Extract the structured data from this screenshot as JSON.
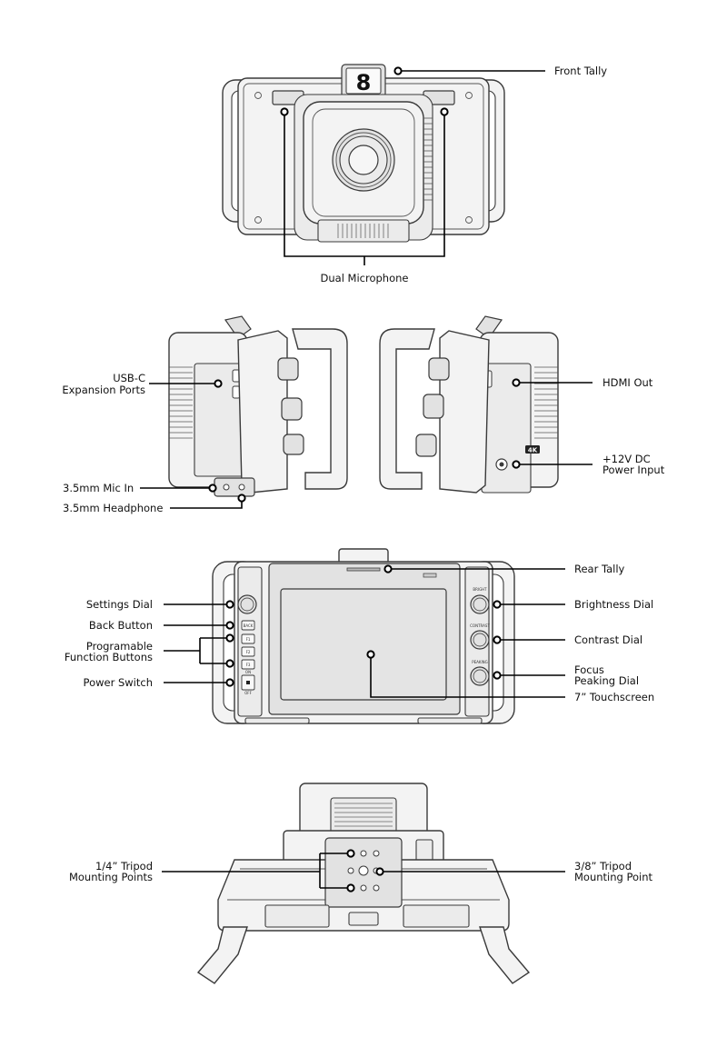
{
  "tally_number": "8",
  "badge_4k": "4K",
  "labels": {
    "front_tally": "Front Tally",
    "dual_microphone": "Dual Microphone",
    "usbc_1": "USB-C",
    "usbc_2": "Expansion Ports",
    "hdmi_out": "HDMI Out",
    "power_in_1": "+12V DC",
    "power_in_2": "Power Input",
    "mic_in": "3.5mm Mic In",
    "headphone": "3.5mm Headphone",
    "rear_tally": "Rear Tally",
    "settings_dial": "Settings Dial",
    "back_button": "Back Button",
    "func_1": "Programable",
    "func_2": "Function Buttons",
    "power_switch": "Power Switch",
    "brightness_dial": "Brightness Dial",
    "contrast_dial": "Contrast Dial",
    "focus_1": "Focus",
    "focus_2": "Peaking Dial",
    "touchscreen": "7” Touchscreen",
    "tripod_14_1": "1/4” Tripod",
    "tripod_14_2": "Mounting Points",
    "tripod_38_1": "3/8” Tripod",
    "tripod_38_2": "Mounting Point"
  },
  "rear_buttons": {
    "back": "BACK",
    "f1": "F1",
    "f2": "F2",
    "f3": "F3",
    "on": "ON",
    "off": "OFF"
  },
  "rear_dials": {
    "bright": "BRIGHT",
    "contrast": "CONTRAST",
    "peaking": "PEAKING"
  }
}
